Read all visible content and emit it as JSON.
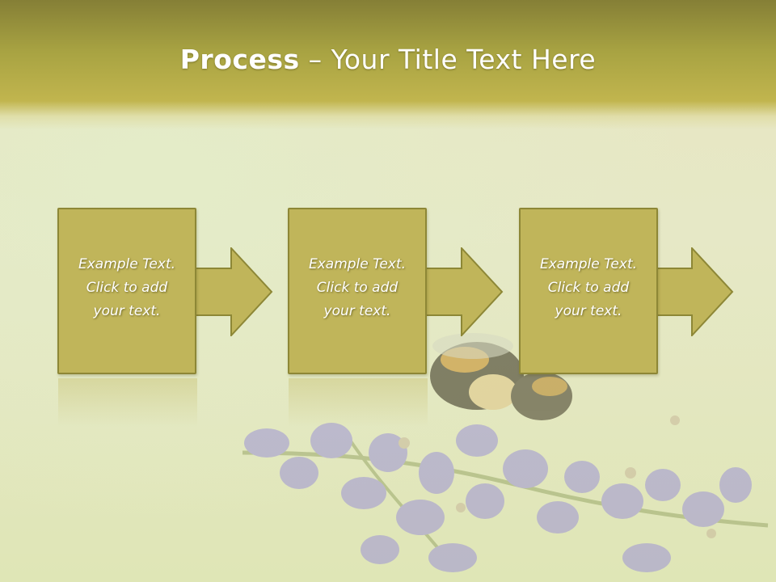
{
  "slide": {
    "title_strong": "Process",
    "title_rest": " – Your Title Text Here",
    "steps": [
      {
        "line1": "Example Text.",
        "line2": "Click  to add",
        "line3": "your text."
      },
      {
        "line1": "Example Text.",
        "line2": "Click  to add",
        "line3": "your text."
      },
      {
        "line1": "Example Text.",
        "line2": "Click  to add",
        "line3": "your text."
      }
    ]
  },
  "colors": {
    "title_bar": "#a8a342",
    "box_fill": "#c0b55a",
    "box_border": "#8d8736",
    "flower": "#9d94d6"
  }
}
